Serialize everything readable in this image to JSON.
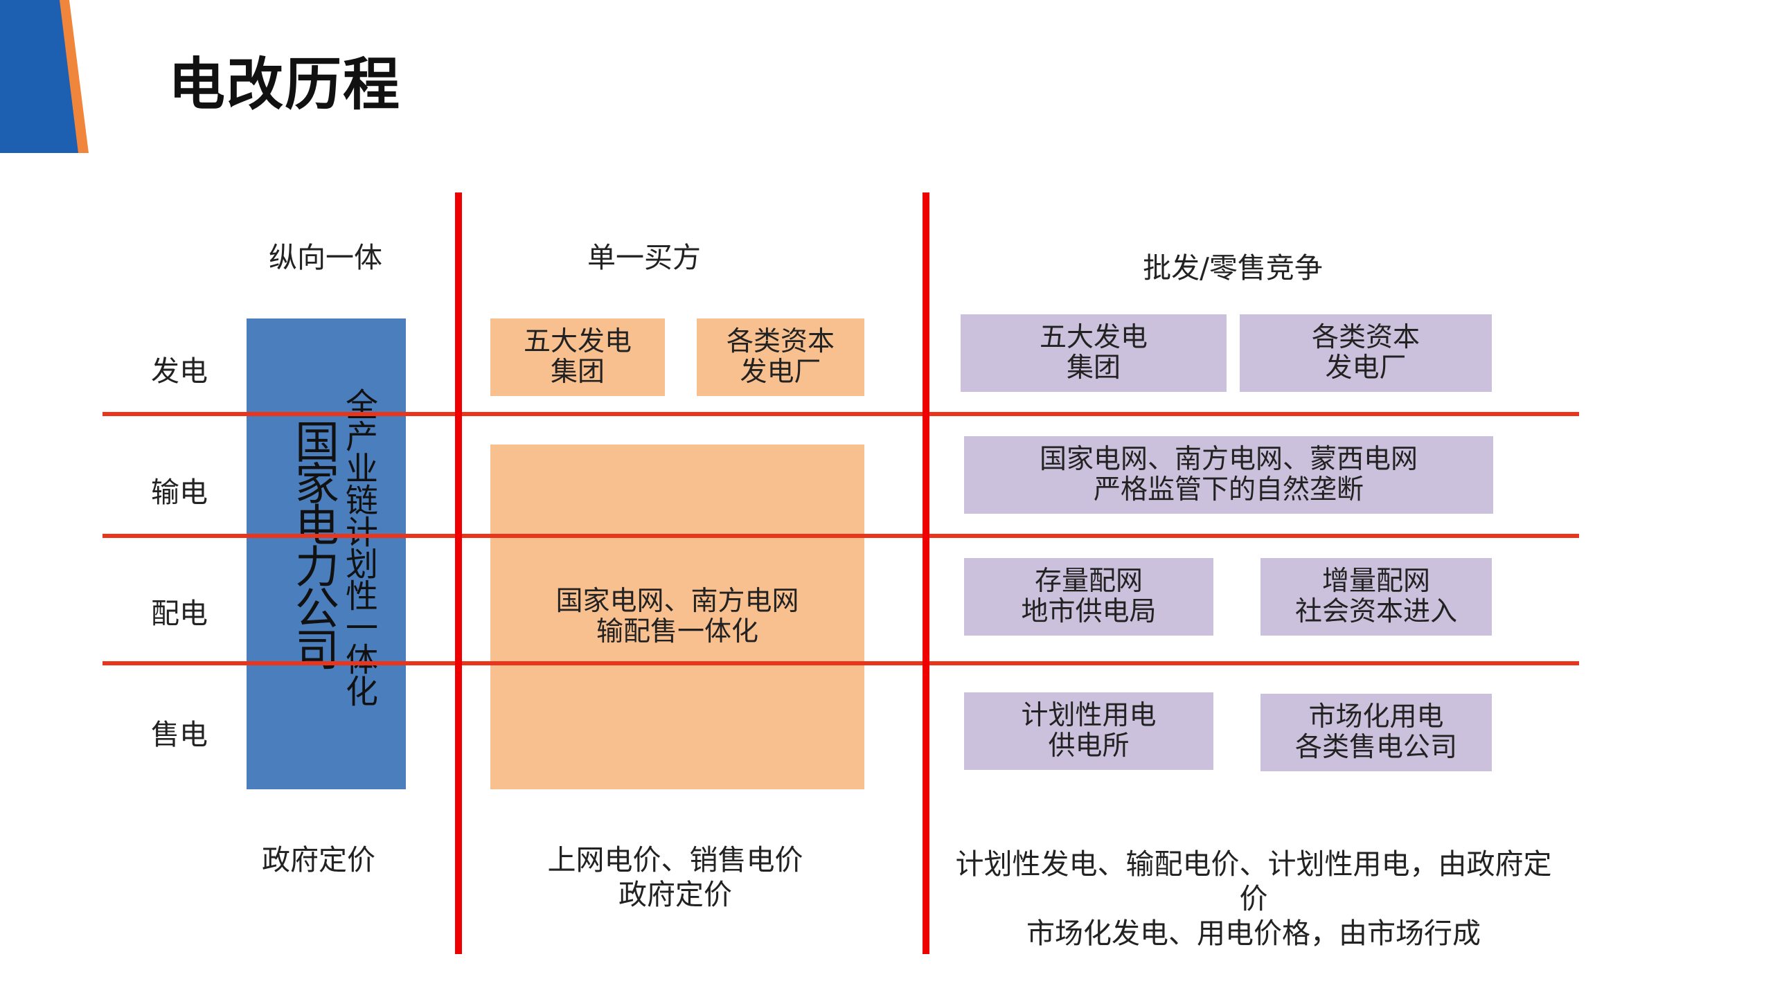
{
  "title": "电改历程",
  "columns": {
    "col1": "纵向一体",
    "col2": "单一买方",
    "col3": "批发/零售竞争"
  },
  "rows": [
    "发电",
    "输电",
    "配电",
    "售电"
  ],
  "col1": {
    "company": "国家电力公司",
    "note": "全产业链计划性一体化",
    "footer": "政府定价"
  },
  "col2": {
    "gen_a": "五大发电\n集团",
    "gen_b": "各类资本\n发电厂",
    "grid": "国家电网、南方电网\n输配售一体化",
    "footer": "上网电价、销售电价\n政府定价"
  },
  "col3": {
    "gen_a": "五大发电\n集团",
    "gen_b": "各类资本\n发电厂",
    "trans": "国家电网、南方电网、蒙西电网\n严格监管下的自然垄断",
    "dist_a": "存量配网\n地市供电局",
    "dist_b": "增量配网\n社会资本进入",
    "sale_a": "计划性用电\n供电所",
    "sale_b": "市场化用电\n各类售电公司",
    "footer": "计划性发电、输配电价、计划性用电，由政府定价\n市场化发电、用电价格，由市场行成"
  },
  "colors": {
    "divider": "#ee0000",
    "row_line": "#e8351c",
    "peach": "#f9c08f",
    "lilac": "#ccc1dc",
    "blue": "#4b7ebc",
    "corner_blue": "#1d5fb0",
    "corner_orange": "#f0863c"
  }
}
